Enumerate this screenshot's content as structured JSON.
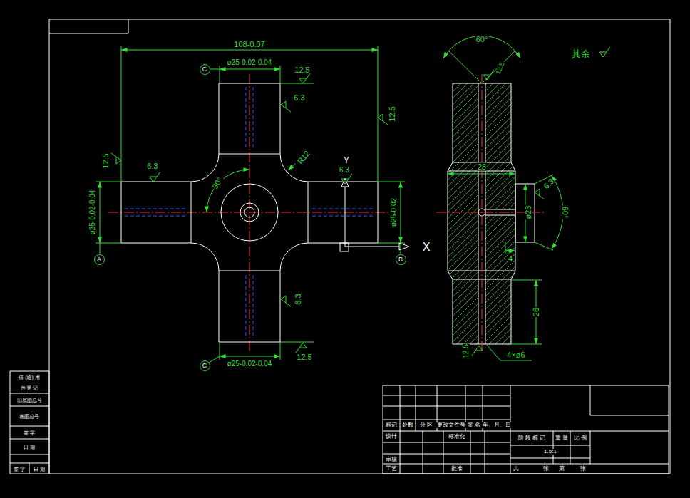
{
  "diagram": {
    "nodes": [
      {
        "text": [
          "C"
        ]
      },
      {
        "text": [
          "C"
        ]
      },
      {
        "text": [
          "A"
        ]
      },
      {
        "text": [
          "B"
        ]
      }
    ],
    "labels": [
      "108-0.07",
      "ø25-0.02-0.04",
      "12.5",
      "6.3",
      "12.5",
      "12.5",
      "6.3",
      "R12",
      "90°",
      "Y",
      "6.3",
      "ø25-0.02-0.04",
      "ø25-0.02",
      "X",
      "6.3",
      "12.5",
      "ø25-0.02-0.04",
      "60°",
      "12.5",
      "28",
      "6.3",
      "ø23",
      "60°",
      "4",
      "26",
      "12.5",
      "4×ø6",
      "其余",
      "标记",
      "处数",
      "分 区",
      "更改文件号",
      "签 名",
      "年、月、日",
      "设计",
      "标准化",
      "审核",
      "工艺",
      "批准",
      "阶 段 标 记",
      "重 量",
      "比 例",
      "1.5:1",
      "共",
      "张",
      "第",
      "张",
      "借 (通) 用",
      "件 登 记",
      "旧底图总号",
      "底图总号",
      "签 字",
      "日 期",
      "签 字",
      "日 期"
    ]
  }
}
